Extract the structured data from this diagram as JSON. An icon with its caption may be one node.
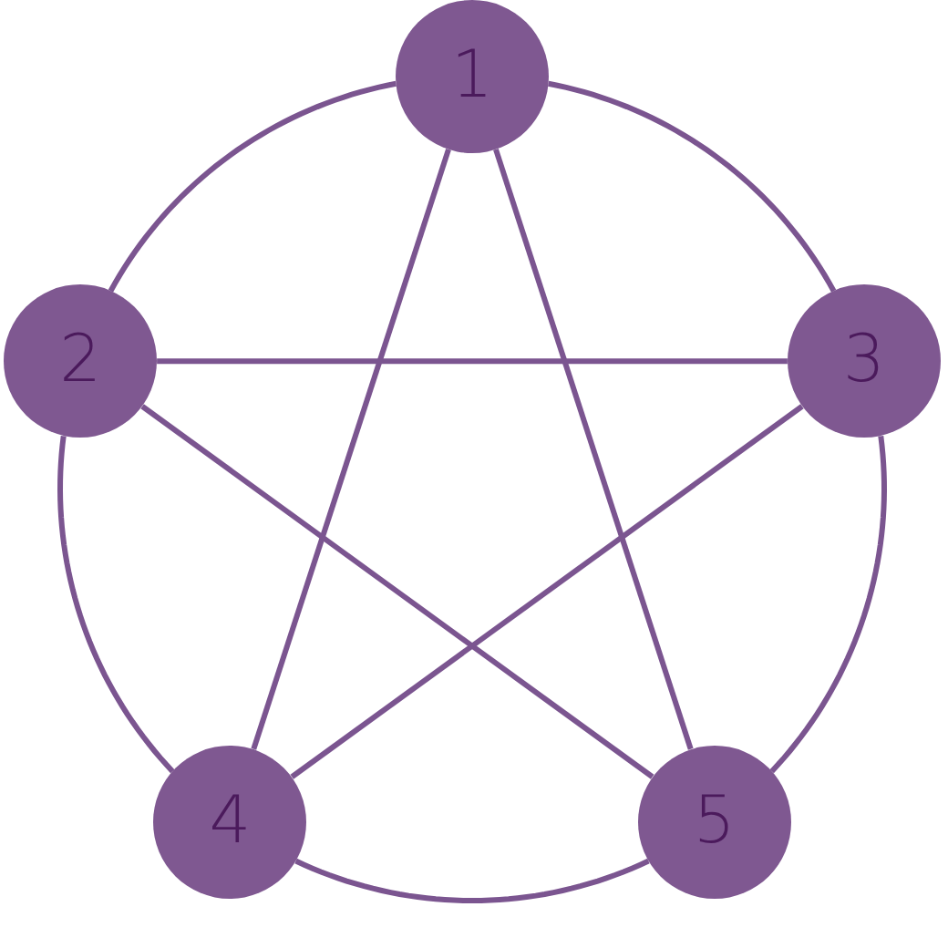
{
  "diagram": {
    "nodes": [
      {
        "text": [
          "1"
        ]
      },
      {
        "text": [
          "2"
        ]
      },
      {
        "text": [
          "3"
        ]
      },
      {
        "text": [
          "4"
        ]
      },
      {
        "text": [
          "5"
        ]
      }
    ],
    "edges": [
      {
        "from": 0,
        "to": 1,
        "arrow": "none"
      },
      {
        "from": 0,
        "to": 2,
        "arrow": "none"
      },
      {
        "from": 1,
        "to": 3,
        "arrow": "none"
      },
      {
        "from": 2,
        "to": 4,
        "arrow": "none"
      },
      {
        "from": 3,
        "to": 4,
        "arrow": "none"
      },
      {
        "from": 0,
        "to": 3,
        "arrow": "none"
      },
      {
        "from": 0,
        "to": 4,
        "arrow": "none"
      },
      {
        "from": 1,
        "to": 2,
        "arrow": "none"
      },
      {
        "from": 1,
        "to": 4,
        "arrow": "none"
      },
      {
        "from": 2,
        "to": 3,
        "arrow": "none"
      }
    ]
  }
}
